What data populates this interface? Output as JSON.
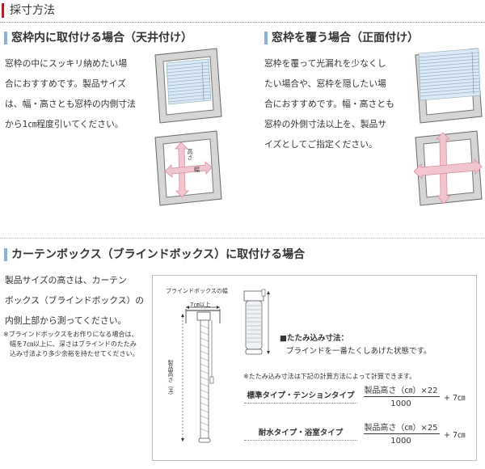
{
  "page": {
    "title": "採寸方法"
  },
  "inside": {
    "heading": "窓枠内に取付ける場合（天井付け）",
    "desc": [
      "窓枠の中にスッキリ納めたい場",
      "合におすすめです。製品サイズ",
      "は、幅・高さとも窓枠の内側寸法",
      "から1㎝程度引いてください。"
    ],
    "diagram_labels": {
      "height": "高さ",
      "width": "幅"
    }
  },
  "outside": {
    "heading": "窓枠を覆う場合（正面付け）",
    "desc": [
      "窓枠を覆って光漏れを少なくし",
      "たい場合や、窓枠を隠したい場",
      "合におすすめです。幅・高さとも",
      "窓枠の外側寸法以上を、製品サ",
      "イズとしてご指定ください。"
    ]
  },
  "curtain_box": {
    "heading": "カーテンボックス（ブラインドボックス）に取付ける場合",
    "desc": [
      "製品サイズの高さは、カーテン",
      "ボックス（ブラインドボックス）の",
      "内側上部から測ってください。"
    ],
    "note": [
      "※ブラインドボックスをお作りになる場合は、",
      "幅を7㎝以上に、深さはブラインドのたたみ",
      "込み寸法より多少余裕を持たせてください。"
    ],
    "diagram": {
      "box_width_label": "ブラインドボックスの幅",
      "min_width_label": "7㎝以上",
      "height_label": "製品高さ（H）"
    },
    "folded_title": "■たたみ込み寸法：",
    "folded_desc": "ブラインドを一番たくしあげた状態です。",
    "formula_note": "※たたみ込み寸法は下記の計算方法によって計算できます。",
    "formulas": [
      {
        "type": "標準タイプ・テンションタイプ",
        "numerator": "製品高さ（㎝）×22",
        "denominator": "1000",
        "suffix": "+ 7㎝"
      },
      {
        "type": "耐水タイプ・浴室タイプ",
        "numerator": "製品高さ（㎝）×25",
        "denominator": "1000",
        "suffix": "+ 7㎝"
      }
    ]
  }
}
